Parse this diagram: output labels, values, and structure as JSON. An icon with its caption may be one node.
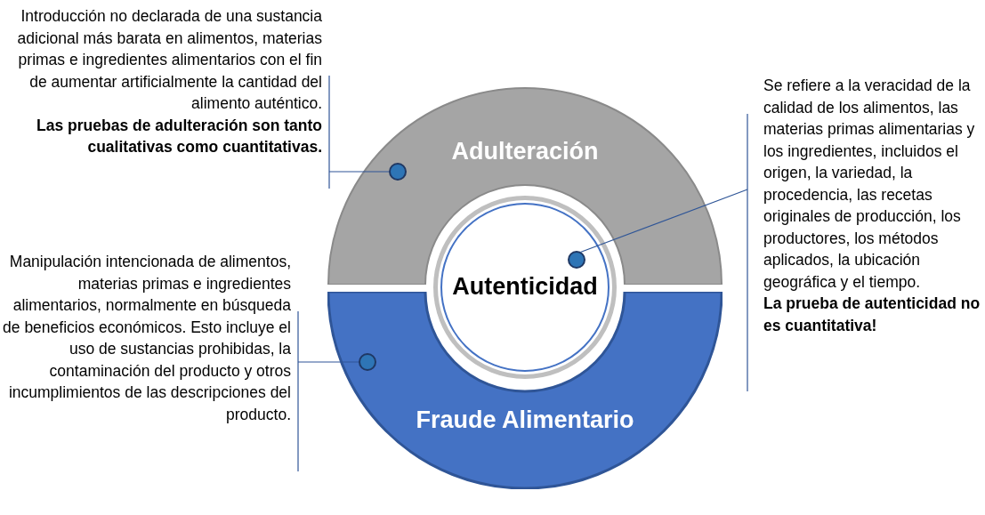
{
  "diagram": {
    "nodes": [
      {
        "text": [
          "Adulteración"
        ]
      },
      {
        "text": [
          "Fraude Alimentario"
        ]
      },
      {
        "text": [
          "Autenticidad"
        ]
      },
      {
        "text": [
          "Introducción no declarada de una sustancia adicional más barata en alimentos, materias primas e ingredientes alimentarios con el fin de aumentar artificialmente la cantidad del alimento auténtico.",
          "Las pruebas de adulteración son tanto cualitativas como cuantitativas."
        ]
      },
      {
        "text": [
          "Manipulación intencionada de alimentos, materias primas e ingredientes alimentarios, normalmente en búsqueda de beneficios económicos. Esto incluye el uso de sustancias prohibidas, la contaminación del producto y otros incumplimientos de las descripciones del producto."
        ]
      },
      {
        "text": [
          "Se refiere a la veracidad de la calidad de los alimentos, las materias primas alimentarias y los ingredientes, incluidos el origen, la variedad, la procedencia, las recetas originales de producción, los productores, los métodos aplicados, la ubicación geográfica y el tiempo.",
          "La prueba de autenticidad no es cuantitativa!"
        ]
      },
      {
        "text": [],
        "shape": "circle",
        "in": 0
      },
      {
        "text": [],
        "shape": "circle",
        "in": 1
      },
      {
        "text": [],
        "shape": "circle",
        "in": 2
      }
    ],
    "edges": [
      {
        "from": 3,
        "to": 6,
        "arrow": "none"
      },
      {
        "from": 4,
        "to": 7,
        "arrow": "none"
      },
      {
        "from": 5,
        "to": 8,
        "arrow": "none"
      }
    ]
  }
}
